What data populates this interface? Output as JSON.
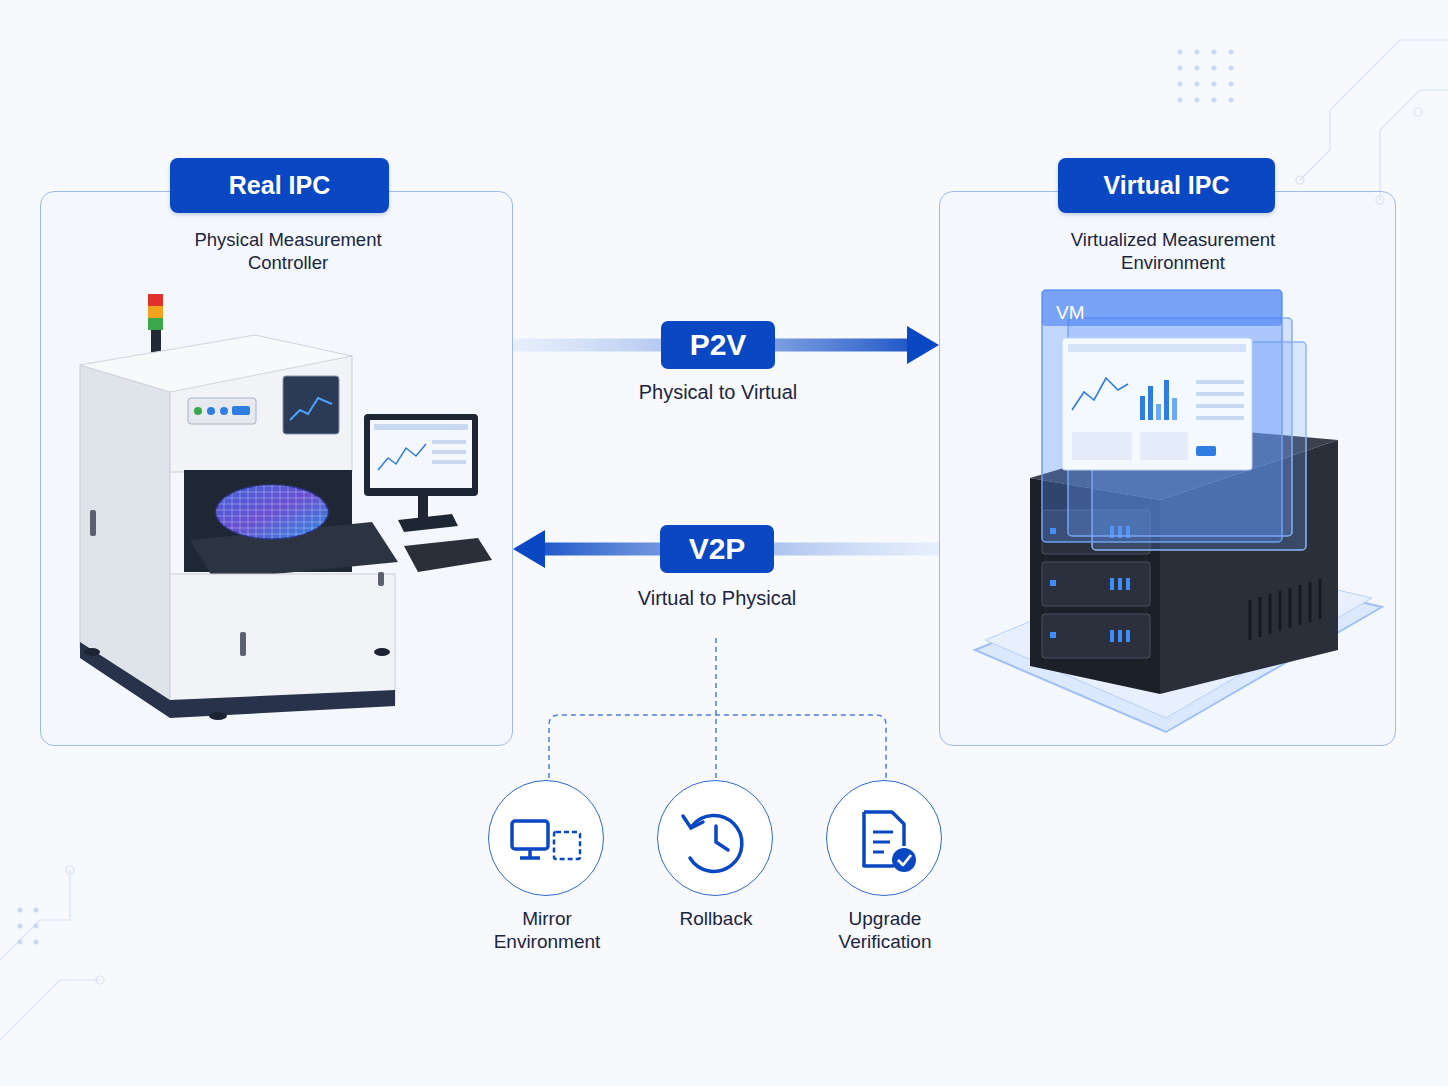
{
  "diagram": {
    "nodes": [
      {
        "text": [
          "Real IPC",
          "Physical Measurement Controller"
        ]
      },
      {
        "text": [
          "Virtual IPC",
          "Virtualized Measurement Environment"
        ]
      },
      {
        "text": [
          "Mirror Environment"
        ]
      },
      {
        "text": [
          "Rollback"
        ]
      },
      {
        "text": [
          "Upgrade Verification"
        ]
      }
    ],
    "edges": [
      {
        "from": 0,
        "to": 1,
        "label": "P2V",
        "arrow": "to"
      },
      {
        "from": 1,
        "to": 0,
        "label": "V2P",
        "arrow": "to"
      }
    ],
    "labels": [
      "Physical to Virtual",
      "Virtual to Physical",
      "VM"
    ]
  }
}
